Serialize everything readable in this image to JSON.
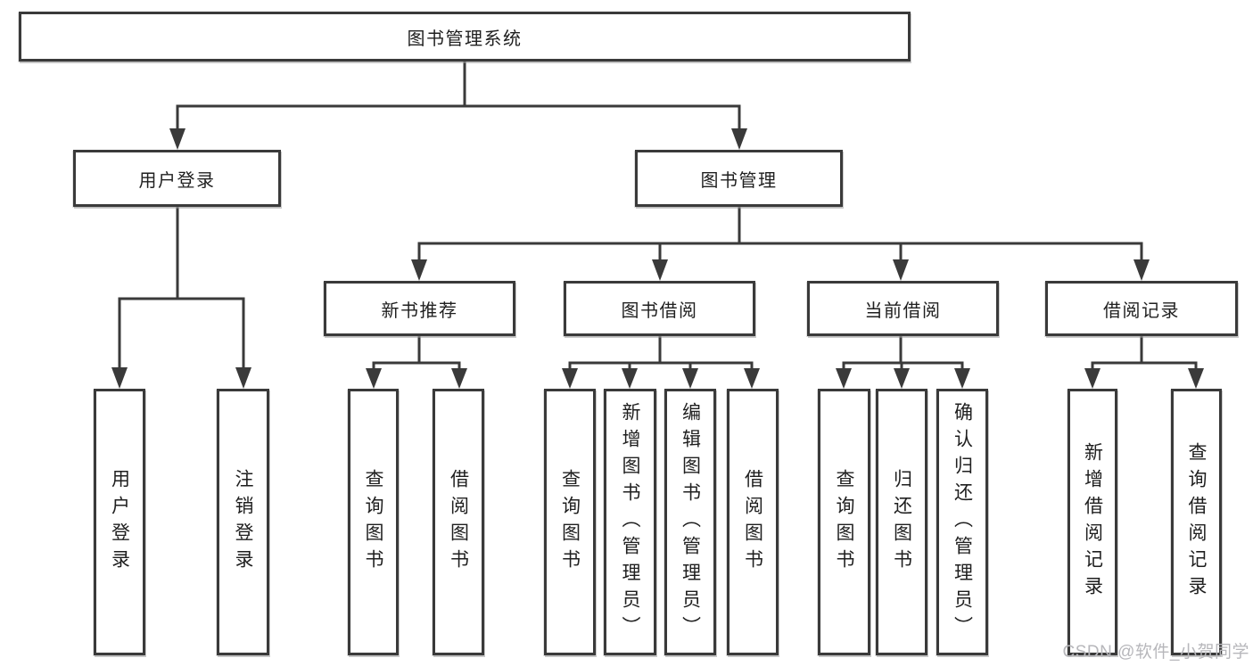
{
  "nodes": {
    "root": {
      "label": "图书管理系统"
    },
    "level2": [
      {
        "label": "用户登录"
      },
      {
        "label": "图书管理"
      }
    ],
    "level3": [
      {
        "label": "新书推荐"
      },
      {
        "label": "图书借阅"
      },
      {
        "label": "当前借阅"
      },
      {
        "label": "借阅记录"
      }
    ],
    "leaves": {
      "user_login": [
        {
          "label": "用户登录"
        },
        {
          "label": "注销登录"
        }
      ],
      "new_book": [
        {
          "label": "查询图书"
        },
        {
          "label": "借阅图书"
        }
      ],
      "book_borrow": [
        {
          "label": "查询图书"
        },
        {
          "label": "新增图书（管理员）"
        },
        {
          "label": "编辑图书（管理员）"
        },
        {
          "label": "借阅图书"
        }
      ],
      "current_borrow": [
        {
          "label": "查询图书"
        },
        {
          "label": "归还图书"
        },
        {
          "label": "确认归还（管理员）"
        }
      ],
      "borrow_record": [
        {
          "label": "新增借阅记录"
        },
        {
          "label": "查询借阅记录"
        }
      ]
    }
  },
  "watermark": {
    "text": "CSDN @软件_小贺同学"
  },
  "colors": {
    "line": "#3a3a3a",
    "text": "#1f1f1f",
    "watermark": "#b7b7bb",
    "background": "#ffffff"
  }
}
